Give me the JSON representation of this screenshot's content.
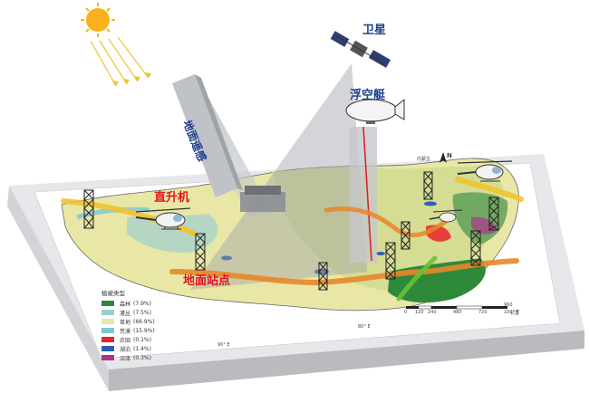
{
  "labels": {
    "satellite": "卫星",
    "airship": "浮空艇",
    "remote_sensing": "地面遥感",
    "helicopter": "直升机",
    "ground_station": "地面站点"
  },
  "legend": {
    "title": "植被类型",
    "items": [
      {
        "name": "森林",
        "pct": "(7.9%)",
        "color": "#2e8a3a"
      },
      {
        "name": "灌丛",
        "pct": "(7.5%)",
        "color": "#9ad0c8"
      },
      {
        "name": "草地",
        "pct": "(66.9%)",
        "color": "#e7e8a6"
      },
      {
        "name": "荒漠",
        "pct": "(15.9%)",
        "color": "#7bc6d6"
      },
      {
        "name": "农田",
        "pct": "(0.1%)",
        "color": "#e8242a"
      },
      {
        "name": "湖泊",
        "pct": "(1.4%)",
        "color": "#2c5fb3"
      },
      {
        "name": "沼泽",
        "pct": "(0.3%)",
        "color": "#b0328e"
      }
    ]
  },
  "map_text": {
    "inner_mongolia": "内蒙古",
    "north": "N",
    "scale_unit": "公里",
    "scale_ticks": [
      "0",
      "120",
      "240",
      "480",
      "720",
      "960"
    ],
    "lon_90": "90° E",
    "lon_80": "80° E",
    "lon_100": "100° E"
  },
  "colors": {
    "label_red": "#e0141e",
    "label_blue": "#1f3f8f",
    "transect_orange": "#e8862a",
    "transect_yellow": "#f2c230"
  }
}
